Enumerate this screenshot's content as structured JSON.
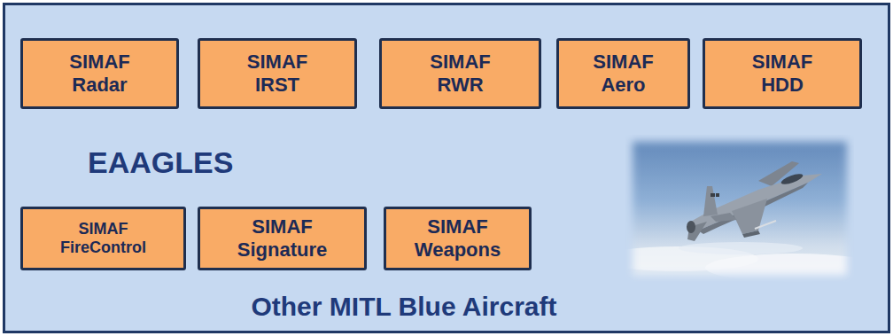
{
  "diagram": {
    "nodes": [
      {
        "text": [
          "EAAGLES",
          "Other MITL Blue Aircraft"
        ]
      },
      {
        "text": [
          "SIMAF Radar"
        ],
        "in": 0
      },
      {
        "text": [
          "SIMAF IRST"
        ],
        "in": 0
      },
      {
        "text": [
          "SIMAF RWR"
        ],
        "in": 0
      },
      {
        "text": [
          "SIMAF Aero"
        ],
        "in": 0
      },
      {
        "text": [
          "SIMAF HDD"
        ],
        "in": 0
      },
      {
        "text": [
          "SIMAF FireControl"
        ],
        "in": 0
      },
      {
        "text": [
          "SIMAF Signature"
        ],
        "in": 0
      },
      {
        "text": [
          "SIMAF Weapons"
        ],
        "in": 0
      }
    ]
  }
}
